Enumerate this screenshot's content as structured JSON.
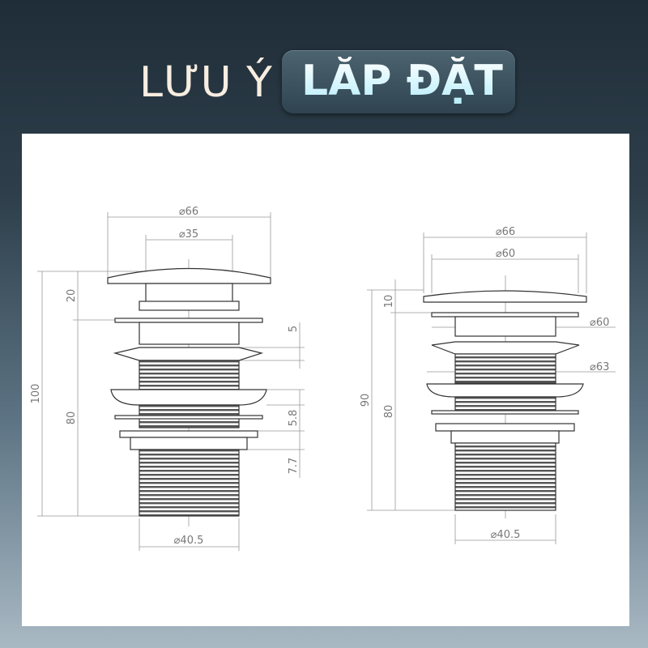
{
  "header": {
    "title_part1": "LƯU Ý",
    "title_part2": "LẮP ĐẶT"
  },
  "left_drawing": {
    "dims": {
      "d_cap": "⌀66",
      "d_stem": "⌀35",
      "h_total": "100",
      "h_top": "20",
      "h_body": "80",
      "gap1": "5",
      "gap2": "5.8",
      "gap3": "7.7",
      "d_thread": "⌀40.5"
    }
  },
  "right_drawing": {
    "dims": {
      "d_cap": "⌀66",
      "d_inner": "⌀60",
      "d_plate": "⌀60",
      "d_washer": "⌀63",
      "h_total": "90",
      "h_top": "10",
      "h_body": "80",
      "d_thread": "⌀40.5"
    }
  },
  "colors": {
    "line": "#333333",
    "dim_line": "#999999",
    "accent_title": "#b6eefc"
  }
}
